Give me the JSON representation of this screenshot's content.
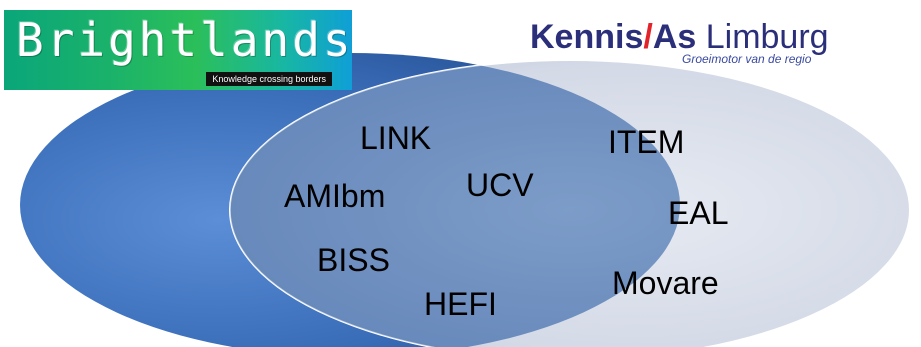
{
  "logos": {
    "brightlands": {
      "name": "Brightlands",
      "tagline": "Knowledge crossing borders"
    },
    "kennis_as": {
      "part1": "Kennis",
      "slash": "/",
      "part2": "As",
      "part3": " Limburg",
      "subtitle": "Groeimotor van de regio"
    }
  },
  "venn": {
    "intersection_items": [
      "LINK",
      "AMIbm",
      "UCV",
      "BISS",
      "HEFI"
    ],
    "right_only_items": [
      "ITEM",
      "EAL",
      "Movare"
    ]
  },
  "colors": {
    "left_ellipse": "#3d6fb8",
    "right_ellipse": "#cfd6e6",
    "intersection": "#6d8fbf",
    "kennis_navy": "#2b2f7a",
    "kennis_red": "#e2232a"
  }
}
